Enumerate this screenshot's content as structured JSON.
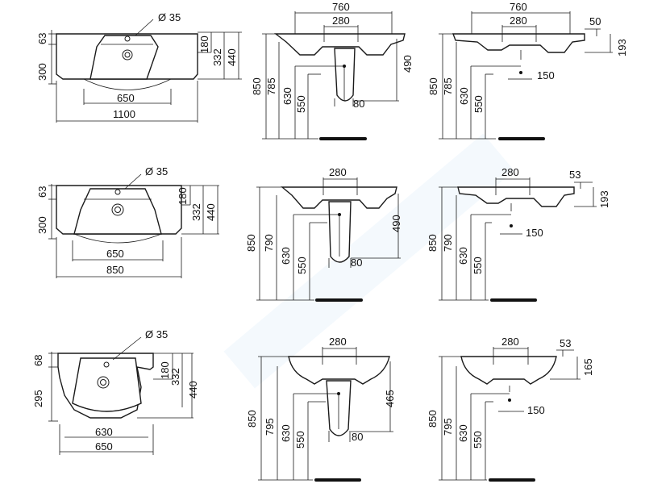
{
  "diagram": {
    "rows": [
      {
        "top_view": {
          "hole": "Ø 35",
          "h1": "63",
          "h2": "300",
          "r180": "180",
          "r332": "332",
          "r440": "440",
          "w_inner": "650",
          "w_outer": "1100"
        },
        "front_view": {
          "w_top": "760",
          "w_holes": "280",
          "h850": "850",
          "h_rim": "785",
          "h630": "630",
          "h550": "550",
          "r_side": "490",
          "b80": "80"
        },
        "side_view": {
          "w_top": "760",
          "w_holes": "280",
          "d_top": "50",
          "d_h": "193",
          "h850": "850",
          "h_rim": "785",
          "h630": "630",
          "h550": "550",
          "r150": "150"
        }
      },
      {
        "top_view": {
          "hole": "Ø 35",
          "h1": "63",
          "h2": "300",
          "r180": "180",
          "r332": "332",
          "r440": "440",
          "w_inner": "650",
          "w_outer": "850"
        },
        "front_view": {
          "w_holes": "280",
          "h850": "850",
          "h_rim": "790",
          "h630": "630",
          "h550": "550",
          "r_side": "490",
          "b80": "80"
        },
        "side_view": {
          "w_holes": "280",
          "d_top": "53",
          "d_h": "193",
          "h850": "850",
          "h_rim": "790",
          "h630": "630",
          "h550": "550",
          "r150": "150"
        }
      },
      {
        "top_view": {
          "hole": "Ø 35",
          "h1": "68",
          "h2": "295",
          "r180": "180",
          "r332": "332",
          "r440": "440",
          "w_inner": "630",
          "w_outer": "650"
        },
        "front_view": {
          "w_holes": "280",
          "h850": "850",
          "h_rim": "795",
          "h630": "630",
          "h550": "550",
          "r_side": "465",
          "b80": "80"
        },
        "side_view": {
          "w_holes": "280",
          "d_top": "53",
          "d_h": "165",
          "h850": "850",
          "h_rim": "795",
          "h630": "630",
          "h550": "550",
          "r150": "150"
        }
      }
    ]
  }
}
